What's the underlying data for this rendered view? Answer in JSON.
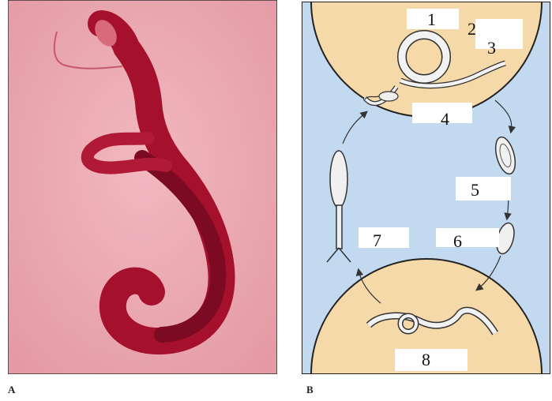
{
  "panel_letters": {
    "a": "A",
    "b": "B"
  },
  "labels": {
    "l1": "1",
    "l2": "2",
    "l3": "3",
    "l4": "4",
    "l5": "5",
    "l6": "6",
    "l7": "7",
    "l8": "8"
  },
  "colors": {
    "photo_background": "#eba5ad",
    "worm": "#a5102c",
    "host_region": "#f6d9a8",
    "water": "#c2d9f0"
  }
}
